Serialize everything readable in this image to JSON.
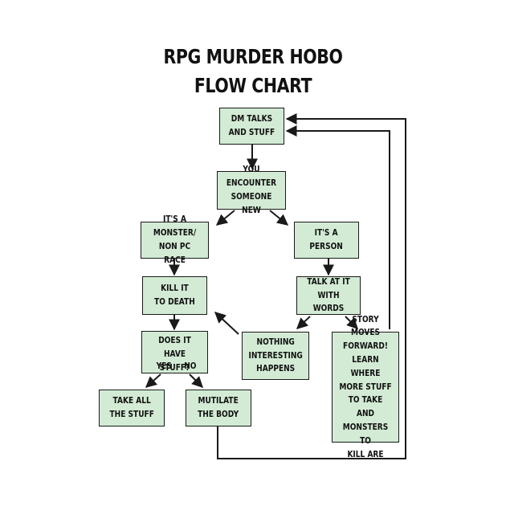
{
  "title": {
    "line1": "RPG MURDER HOBO",
    "line2": "FLOW CHART"
  },
  "nodes": {
    "dm_talks": "DM TALKS\nAND STUFF",
    "encounter": "YOU ENCOUNTER\nSOMEONE NEW",
    "monster": "IT'S A MONSTER/\nNON PC RACE",
    "person": "IT'S A\nPERSON",
    "kill": "KILL IT\nTO DEATH",
    "talk": "TALK AT IT\nWITH WORDS",
    "stuff_q": "DOES IT HAVE\nSTUFF?",
    "nothing": "NOTHING\nINTERESTING\nHAPPENS",
    "story": "STORY MOVES\nFORWARD!\nLEARN WHERE\nMORE STUFF\nTO TAKE AND\nMONSTERS TO\nKILL ARE",
    "take": "TAKE ALL\nTHE STUFF",
    "mutilate": "MUTILATE\nTHE BODY"
  },
  "branch_labels": {
    "yes": "YES",
    "no": "NO"
  },
  "colors": {
    "box_fill": "#d3ebd5",
    "line": "#1a1a1a"
  }
}
